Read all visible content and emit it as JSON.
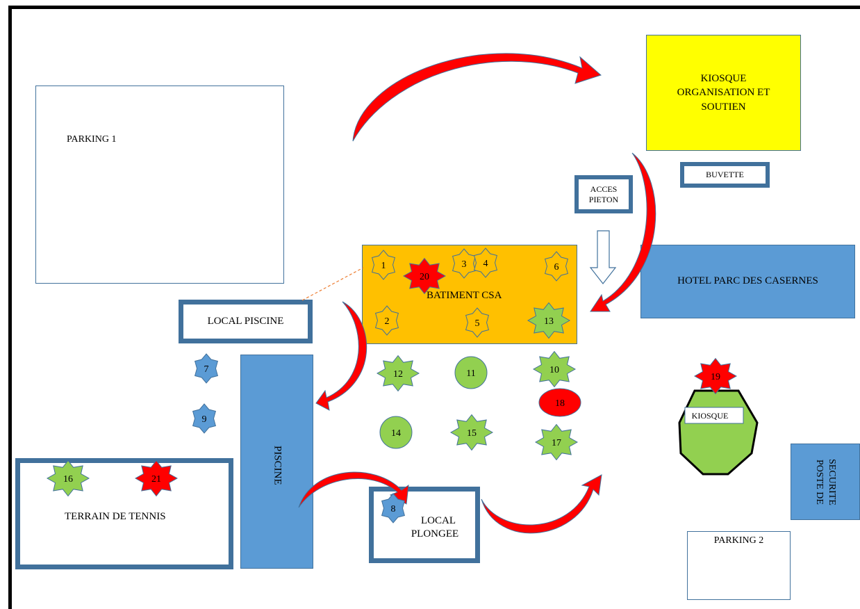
{
  "colors": {
    "outline": "#41719c",
    "blue": "#5b9bd5",
    "orange": "#ffc000",
    "yellow": "#ffff00",
    "green": "#92d050",
    "red": "#ff0000",
    "arrow": "#ff0000"
  },
  "labels": {
    "parking1": "PARKING 1",
    "kiosque_org": [
      "KIOSQUE",
      "ORGANISATION ET",
      "SOUTIEN"
    ],
    "buvette": "BUVETTE",
    "acces_pieton": [
      "ACCES",
      "PIETON"
    ],
    "hotel": "HOTEL PARC DES CASERNES",
    "batiment": "BATIMENT CSA",
    "local_piscine": "LOCAL PISCINE",
    "piscine": "PISCINE",
    "terrain_tennis": "TERRAIN DE TENNIS",
    "local_plongee": [
      "LOCAL",
      "PLONGEE"
    ],
    "kiosque": "KIOSQUE",
    "poste_securite": [
      "POSTE DE",
      "SECURITE"
    ],
    "parking2": "PARKING 2"
  },
  "markers": [
    {
      "num": "1",
      "shape": "star",
      "color": "orange"
    },
    {
      "num": "2",
      "shape": "star",
      "color": "orange"
    },
    {
      "num": "3",
      "shape": "star",
      "color": "orange"
    },
    {
      "num": "4",
      "shape": "star",
      "color": "orange"
    },
    {
      "num": "5",
      "shape": "star",
      "color": "orange"
    },
    {
      "num": "6",
      "shape": "star",
      "color": "orange"
    },
    {
      "num": "7",
      "shape": "star",
      "color": "blue"
    },
    {
      "num": "8",
      "shape": "star",
      "color": "blue"
    },
    {
      "num": "9",
      "shape": "star",
      "color": "blue"
    },
    {
      "num": "10",
      "shape": "star",
      "color": "green"
    },
    {
      "num": "11",
      "shape": "circle",
      "color": "green"
    },
    {
      "num": "12",
      "shape": "star",
      "color": "green"
    },
    {
      "num": "13",
      "shape": "star",
      "color": "green"
    },
    {
      "num": "14",
      "shape": "circle",
      "color": "green"
    },
    {
      "num": "15",
      "shape": "star",
      "color": "green"
    },
    {
      "num": "16",
      "shape": "star",
      "color": "green"
    },
    {
      "num": "17",
      "shape": "star",
      "color": "green"
    },
    {
      "num": "18",
      "shape": "ellipse",
      "color": "red"
    },
    {
      "num": "19",
      "shape": "star",
      "color": "red"
    },
    {
      "num": "20",
      "shape": "star",
      "color": "red"
    },
    {
      "num": "21",
      "shape": "star",
      "color": "red"
    }
  ]
}
